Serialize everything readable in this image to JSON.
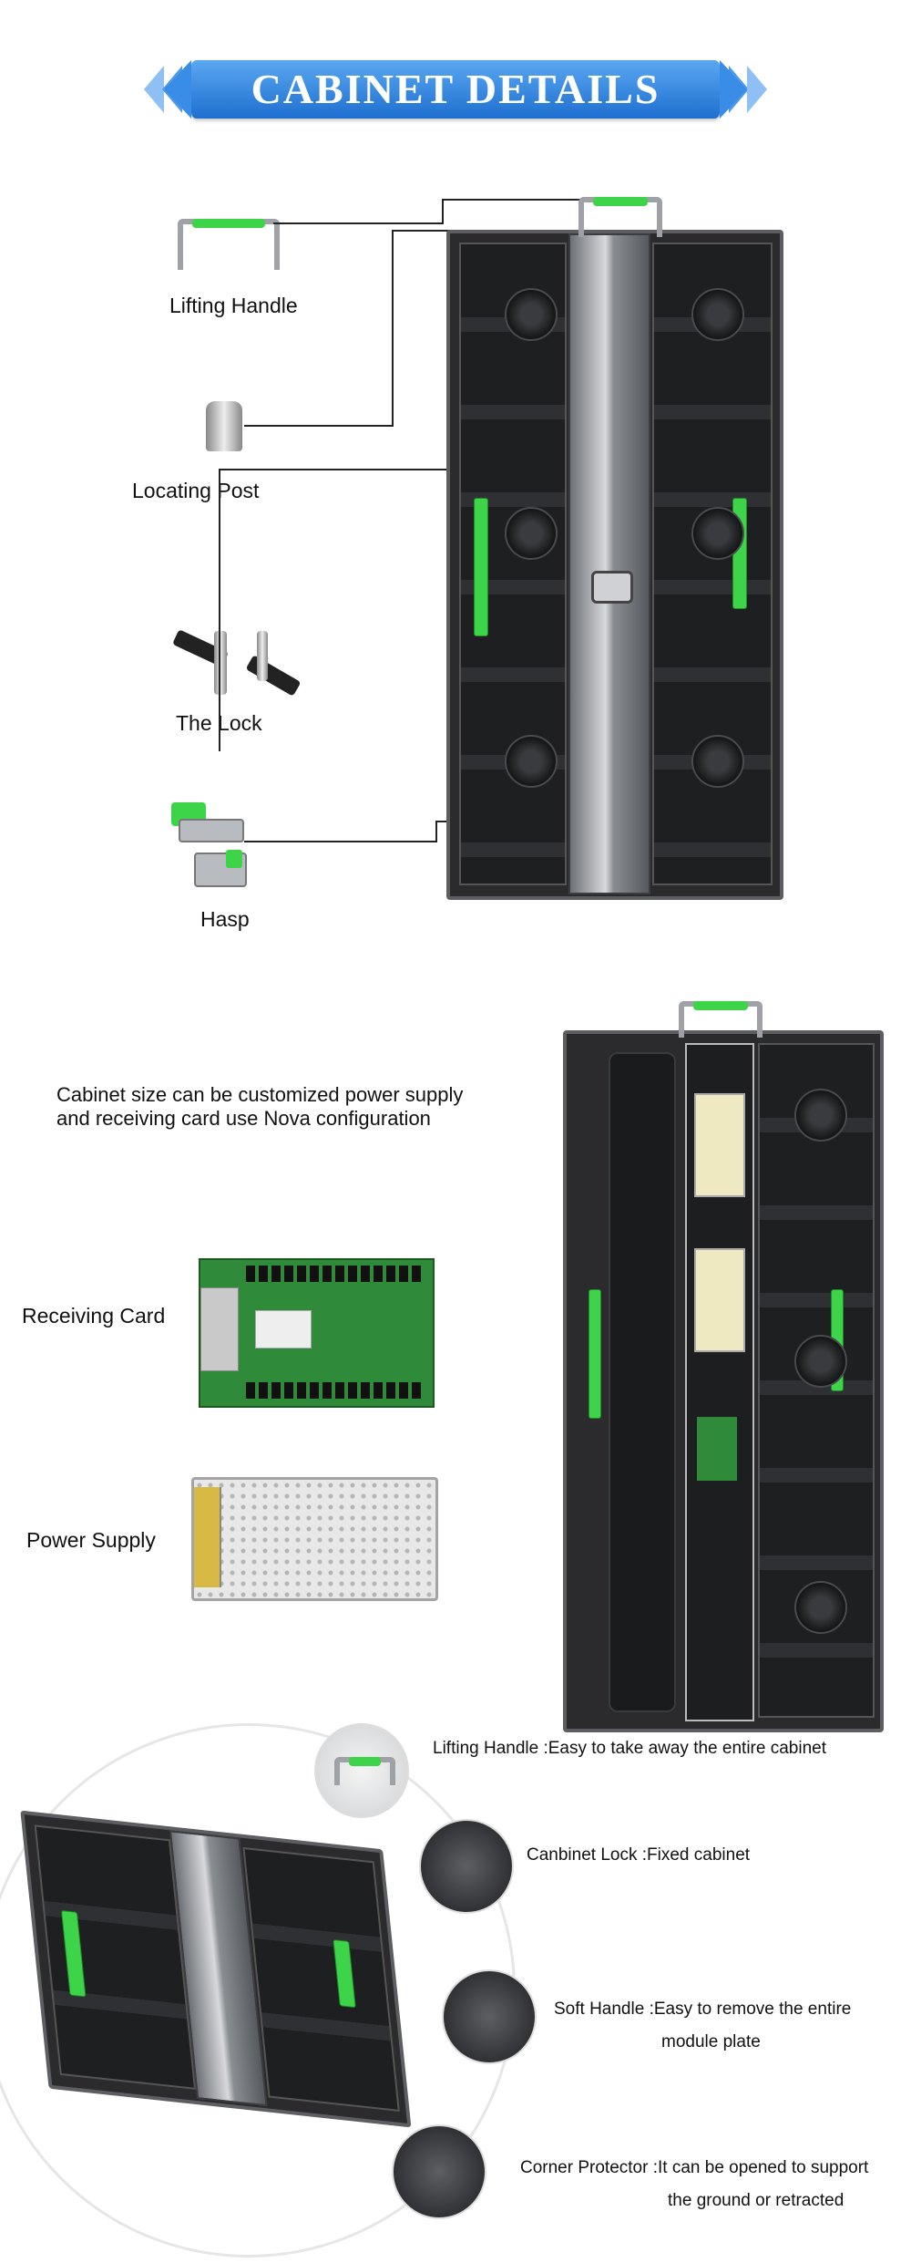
{
  "header": {
    "title": "CABINET DETAILS"
  },
  "colors": {
    "accent_blue": "#2a7fe0",
    "handle_green": "#3ed44a",
    "cabinet_dark": "#2b2b2d"
  },
  "parts": {
    "lifting_handle": "Lifting Handle",
    "locating_post": "Locating Post",
    "the_lock": "The Lock",
    "hasp": "Hasp"
  },
  "config": {
    "note_line1": "Cabinet size can be customized power supply",
    "note_line2": "and receiving card use Nova configuration",
    "receiving_card": "Receiving Card",
    "power_supply": "Power Supply"
  },
  "features": [
    {
      "title": "Lifting Handle :Easy to take away the entire cabinet",
      "line2": ""
    },
    {
      "title": "Canbinet Lock :Fixed cabinet",
      "line2": ""
    },
    {
      "title": "Soft Handle :Easy to remove the entire",
      "line2": "module plate"
    },
    {
      "title": "Corner Protector :It can be opened to support",
      "line2": "the ground or retracted"
    }
  ]
}
